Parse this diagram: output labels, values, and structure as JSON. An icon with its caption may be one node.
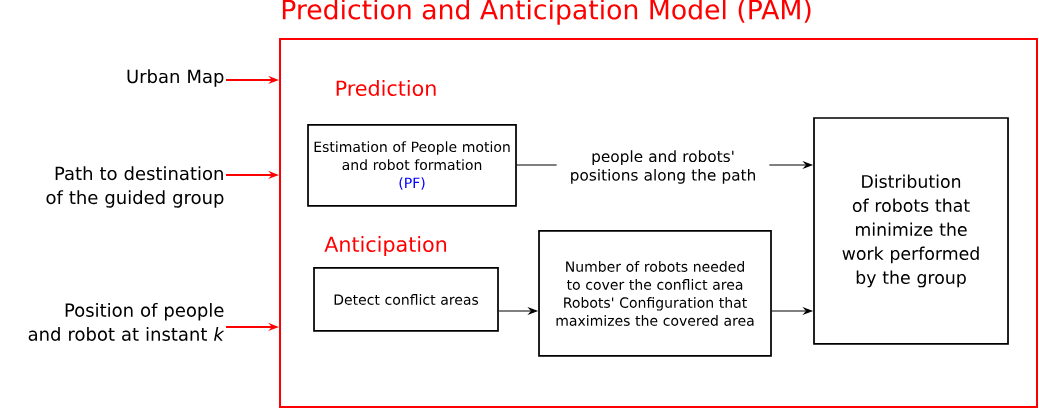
{
  "diagram": {
    "nodes": [
      {
        "text": [
          "Prediction and Anticipation Model (PAM)"
        ]
      },
      {
        "text": [
          "Urban Map"
        ]
      },
      {
        "text": [
          "Path to destination of the guided group"
        ]
      },
      {
        "text": [
          "Position of people and robot at instant *k*"
        ]
      },
      {
        "text": [
          "Estimation of People motion and robot formation",
          "(PF)"
        ],
        "in": 0
      },
      {
        "text": [
          "Detect conflict areas"
        ],
        "in": 0
      },
      {
        "text": [
          "Number of robots needed to cover the conflict area",
          "Robots' Configuration that maximizes the covered area"
        ],
        "in": 0
      },
      {
        "text": [
          "Distribution of robots  that minimize the work performed by the group"
        ],
        "in": 0
      }
    ],
    "edges": [
      {
        "from": 1,
        "to": 0,
        "arrow": "to",
        "color": "#ff0000"
      },
      {
        "from": 2,
        "to": 0,
        "arrow": "to",
        "color": "#ff0000"
      },
      {
        "from": 3,
        "to": 0,
        "arrow": "to",
        "color": "#ff0000"
      },
      {
        "from": 4,
        "to": 7,
        "arrow": "to",
        "color": "#000000",
        "label": "people and robots' positions along the path"
      },
      {
        "from": 5,
        "to": 6,
        "arrow": "to",
        "color": "#000000"
      },
      {
        "from": 6,
        "to": 7,
        "arrow": "to",
        "color": "#000000"
      }
    ],
    "labels": [
      "Prediction",
      "Anticipation"
    ]
  }
}
